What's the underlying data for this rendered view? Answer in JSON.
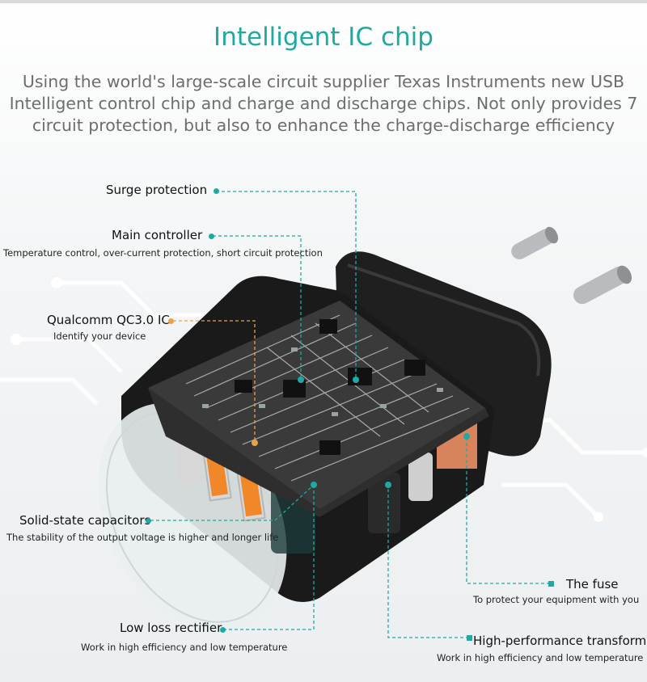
{
  "heading": {
    "title": "Intelligent IC chip",
    "description_lines": [
      "Using the world's large-scale circuit supplier Texas Instruments new USB",
      "Intelligent control chip and charge and discharge chips. Not only provides 7",
      "circuit protection, but also to enhance the charge-discharge efficiency"
    ]
  },
  "callouts": {
    "surge": {
      "title": "Surge protection"
    },
    "main_controller": {
      "title": "Main controller",
      "subtitle": "Temperature control, over-current protection, short circuit protection"
    },
    "qualcomm": {
      "title": "Qualcomm QC3.0 IC",
      "subtitle": "Identify your device"
    },
    "capacitors": {
      "title": "Solid-state capacitors",
      "subtitle": "The stability of the output voltage is higher and longer life"
    },
    "rectifier": {
      "title": "Low loss rectifier",
      "subtitle": "Work in high efficiency and low temperature"
    },
    "fuse": {
      "title": "The fuse",
      "subtitle": "To protect your equipment with you"
    },
    "transformer": {
      "title": "High-performance transformer",
      "subtitle": "Work in high efficiency and low temperature"
    }
  },
  "colors": {
    "accent": "#1fa9a4",
    "qc_marker": "#e8a24a",
    "body": "#1c1c1c",
    "usb_port": "#f0882a"
  }
}
